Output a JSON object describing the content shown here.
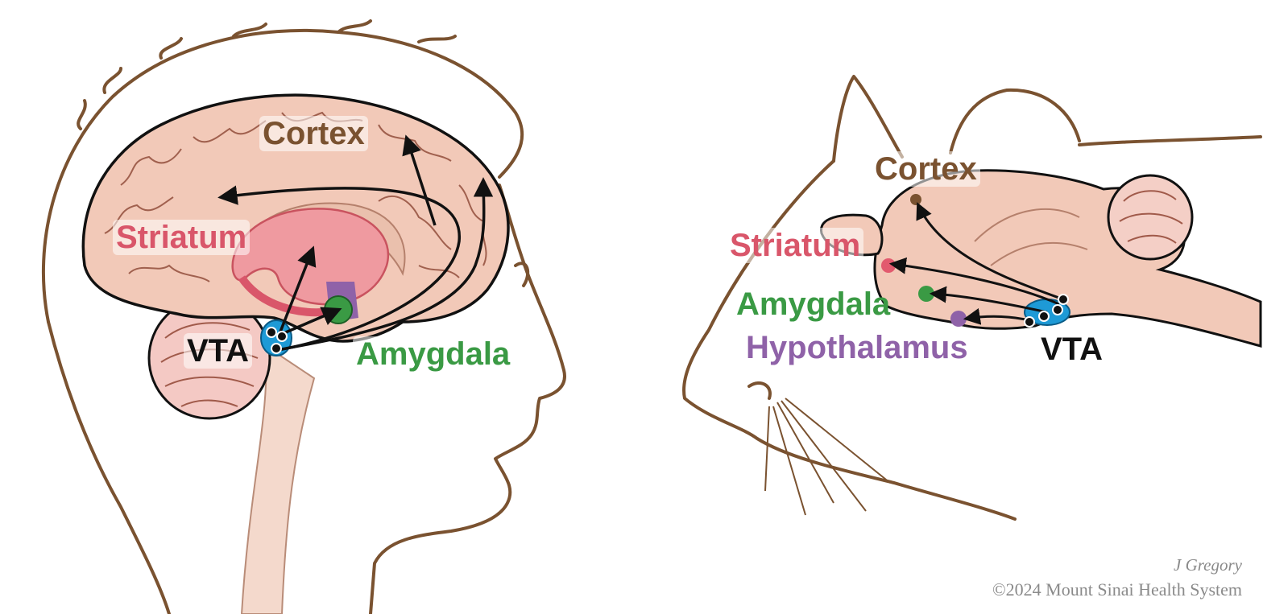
{
  "human": {
    "labels": {
      "cortex": "Cortex",
      "striatum": "Striatum",
      "vta": "VTA",
      "amygdala": "Amygdala"
    }
  },
  "cat": {
    "labels": {
      "cortex": "Cortex",
      "striatum": "Striatum",
      "amygdala": "Amygdala",
      "hypothalamus": "Hypothalamus",
      "vta": "VTA"
    }
  },
  "credit": {
    "author": "J Gregory",
    "copyright": "©2024 Mount Sinai Health System"
  },
  "colors": {
    "outline": "#7a5230",
    "brain_fill": "#f2c9b8",
    "striatum": "#d9566a",
    "amygdala": "#3a9a44",
    "hypothalamus": "#8f62a8",
    "vta": "#1e9ad6",
    "cortex_text": "#7a5230",
    "arrow": "#111111"
  },
  "icons": {
    "arrow": "arrow-icon",
    "node": "neuron-dot-icon"
  }
}
